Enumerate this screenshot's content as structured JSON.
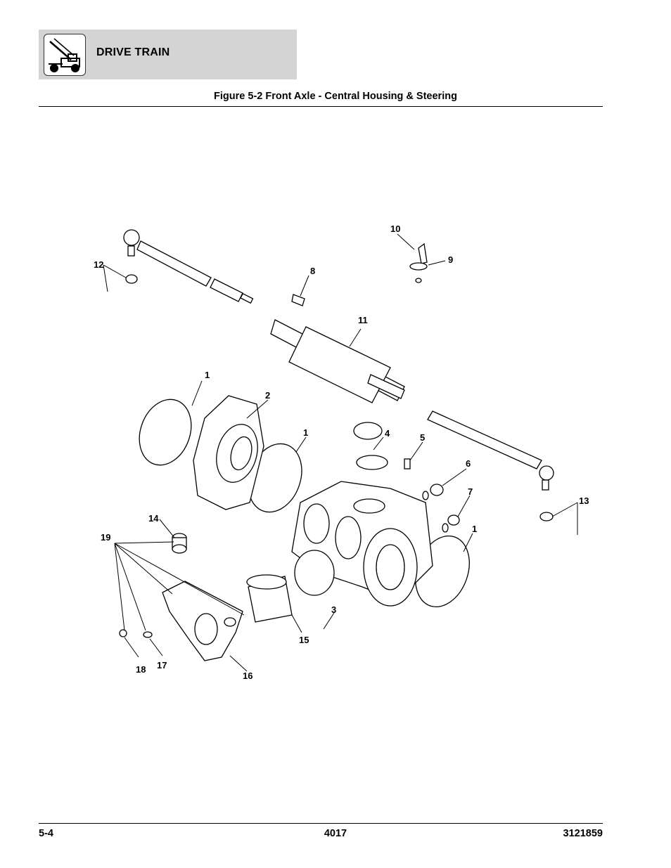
{
  "header": {
    "section_title": "DRIVE TRAIN",
    "figure_title": "Figure 5-2 Front Axle - Central Housing & Steering",
    "icon": "telehandler-machine-icon"
  },
  "callouts": [
    "1",
    "2",
    "1",
    "3",
    "4",
    "5",
    "6",
    "7",
    "1",
    "8",
    "9",
    "10",
    "11",
    "12",
    "13",
    "14",
    "15",
    "16",
    "17",
    "18",
    "19"
  ],
  "footer": {
    "left": "5-4",
    "center": "4017",
    "right": "3121859"
  }
}
